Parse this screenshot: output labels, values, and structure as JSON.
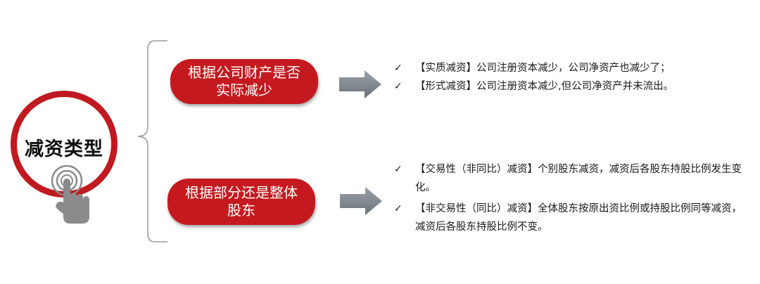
{
  "root": {
    "title": "减资类型"
  },
  "branches": [
    {
      "label_line1": "根据公司财产是否",
      "label_line2": "实际减少",
      "items": [
        "【实质减资】公司注册资本减少，公司净资产也减少了；",
        "【形式减资】公司注册资本减少,但公司净资产并未流出。"
      ]
    },
    {
      "label_line1": "根据部分还是整体",
      "label_line2": "股东",
      "items": [
        "【交易性（非同比）减资】个别股东减资，减资后各股东持股比例发生变化。",
        "【非交易性（同比）减资】全体股东按原出资比例或持股比例同等减资，减资后各股东持股比例不变。"
      ]
    }
  ],
  "colors": {
    "accent": "#c41a1f",
    "arrow": "#7f8790",
    "icon": "#8a8a8a"
  },
  "icons": {
    "check": "✓",
    "hand": "hand-pointer-icon",
    "arrow": "right-arrow-icon"
  }
}
